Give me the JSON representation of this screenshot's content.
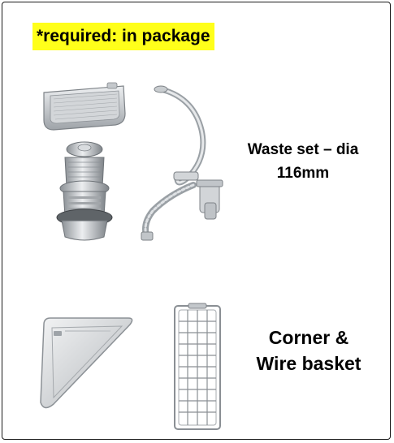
{
  "banner": {
    "text": "*required: in package"
  },
  "waste_set": {
    "label_line1": "Waste set – dia",
    "label_line2": "116mm",
    "icons": [
      "tray-icon",
      "strainer-icon",
      "waste-pipe-icon"
    ]
  },
  "corner_and_basket": {
    "label_line1": "Corner &",
    "label_line2": "Wire basket",
    "icons": [
      "corner-shelf-icon",
      "wire-basket-icon"
    ]
  },
  "colors": {
    "banner_highlight": "#ffff1a",
    "border": "#1a1a1a",
    "metal_light": "#e4e6e8",
    "metal_mid": "#b9bdc1",
    "metal_dark": "#8a8f94"
  }
}
